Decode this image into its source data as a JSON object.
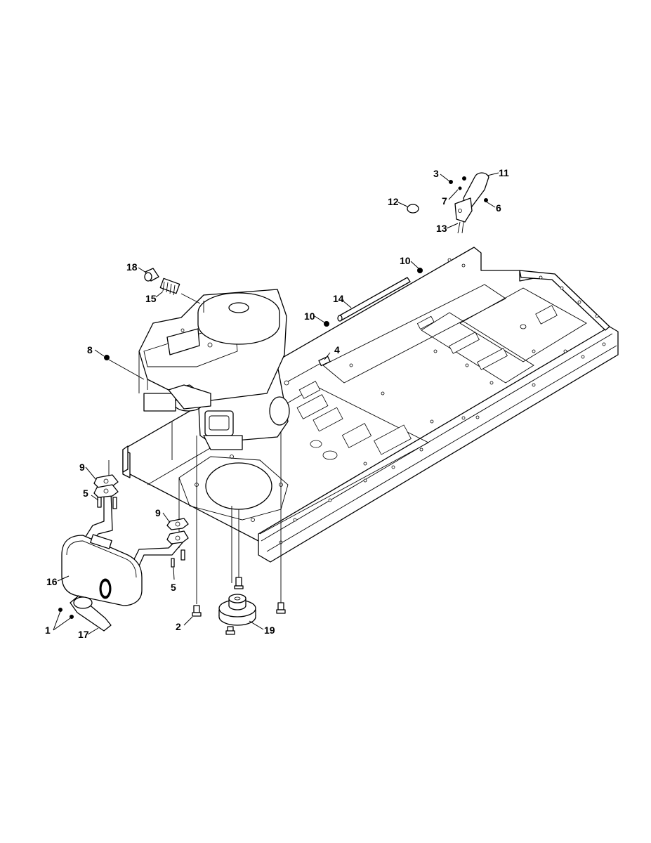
{
  "callouts": {
    "c1": "1",
    "c2": "2",
    "c3": "3",
    "c4": "4",
    "c5a": "5",
    "c5b": "5",
    "c6": "6",
    "c7": "7",
    "c8": "8",
    "c9a": "9",
    "c9b": "9",
    "c10a": "10",
    "c10b": "10",
    "c11": "11",
    "c12": "12",
    "c13": "13",
    "c14": "14",
    "c15": "15",
    "c16": "16",
    "c17": "17",
    "c18": "18",
    "c19": "19"
  }
}
